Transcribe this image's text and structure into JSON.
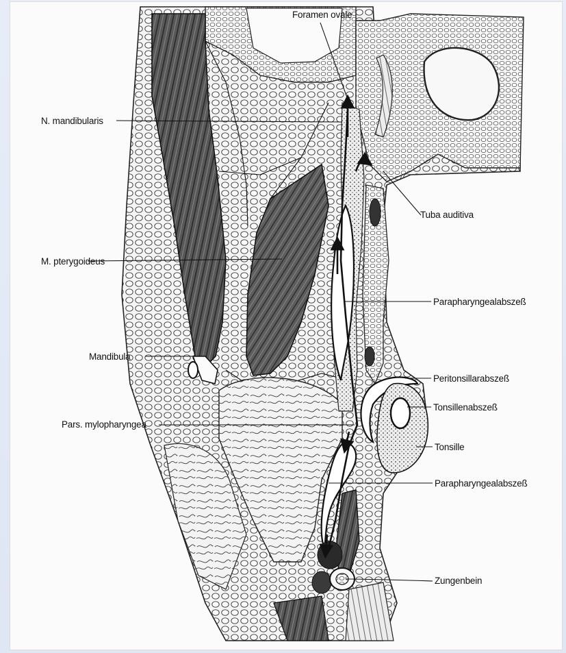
{
  "figure": {
    "labels": {
      "foramen_ovale": "Foramen ovale",
      "n_mandibularis": "N. mandibularis",
      "tuba_auditiva": "Tuba auditiva",
      "m_pterygoideus": "M. pterygoideus",
      "parapharyngealabszess_upper": "Parapharyngealabszeß",
      "mandibula": "Mandibula",
      "peritonsillarabszess": "Peritonsillarabszeß",
      "tonsillenabszess": "Tonsillenabszeß",
      "pars_mylopharyngea": "Pars. mylopharyngea",
      "tonsille": "Tonsille",
      "parapharyngealabszess_lower": "Parapharyngealabszeß",
      "zungenbein": "Zungenbein"
    },
    "colors": {
      "ink": "#111111",
      "muscle": "#5a5a5a",
      "tissue": "#efefef",
      "background": "#fbfbfb"
    }
  }
}
